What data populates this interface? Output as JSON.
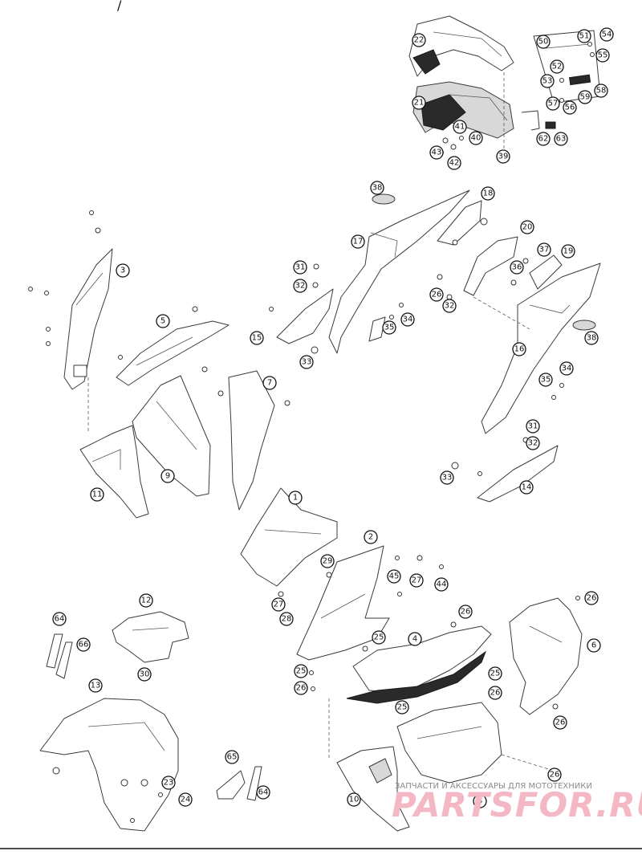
{
  "header": {
    "glyph": "/"
  },
  "watermark": {
    "caption": "ЗАПЧАСТИ И АКСЕССУАРЫ ДЛЯ МОТОТЕХНИКИ",
    "brand": "PARTSFOR.RU",
    "brand_color": "#f3b8c4"
  },
  "colors": {
    "line": "#3a3a3a",
    "background": "#ffffff"
  },
  "callouts": [
    "1",
    "2",
    "3",
    "4",
    "5",
    "6",
    "7",
    "8",
    "9",
    "10",
    "11",
    "12",
    "13",
    "14",
    "15",
    "16",
    "17",
    "18",
    "19",
    "20",
    "21",
    "22",
    "23",
    "24",
    "25",
    "25",
    "25",
    "25",
    "26",
    "26",
    "26",
    "26",
    "26",
    "26",
    "26",
    "27",
    "27",
    "28",
    "29",
    "30",
    "31",
    "31",
    "32",
    "32",
    "32",
    "33",
    "33",
    "34",
    "34",
    "35",
    "35",
    "36",
    "37",
    "38",
    "38",
    "39",
    "40",
    "41",
    "42",
    "43",
    "44",
    "45",
    "50",
    "51",
    "52",
    "53",
    "54",
    "55",
    "56",
    "57",
    "58",
    "59",
    "62",
    "63",
    "64",
    "64",
    "65",
    "66"
  ]
}
